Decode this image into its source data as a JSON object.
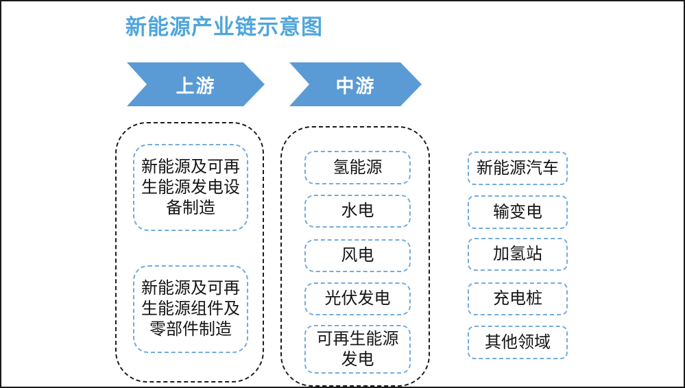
{
  "slide": {
    "title": "新能源产业链示意图"
  },
  "palette": {
    "title_color": "#4FA5DC",
    "arrow_fill": "#5B9BD5",
    "arrow_text": "#FFFFFF",
    "node_border_blue": "#72AADF",
    "group_border": "#1A1A1A",
    "node_text": "#141414"
  },
  "stages": [
    {
      "label": "上游"
    },
    {
      "label": "中游"
    }
  ],
  "upstream": {
    "items": [
      {
        "lines": [
          "新能源及可再",
          "生能源发电设",
          "备制造"
        ]
      },
      {
        "lines": [
          "新能源及可再",
          "生能源组件及",
          "零部件制造"
        ]
      }
    ]
  },
  "midstream": {
    "items": [
      {
        "lines": [
          "氢能源"
        ]
      },
      {
        "lines": [
          "水电"
        ]
      },
      {
        "lines": [
          "风电"
        ]
      },
      {
        "lines": [
          "光伏发电"
        ]
      },
      {
        "lines": [
          "可再生能源",
          "发电"
        ]
      }
    ]
  },
  "downstream": {
    "items": [
      {
        "lines": [
          "新能源汽车"
        ]
      },
      {
        "lines": [
          "输变电"
        ]
      },
      {
        "lines": [
          "加氢站"
        ]
      },
      {
        "lines": [
          "充电桩"
        ]
      },
      {
        "lines": [
          "其他领域"
        ]
      }
    ]
  }
}
